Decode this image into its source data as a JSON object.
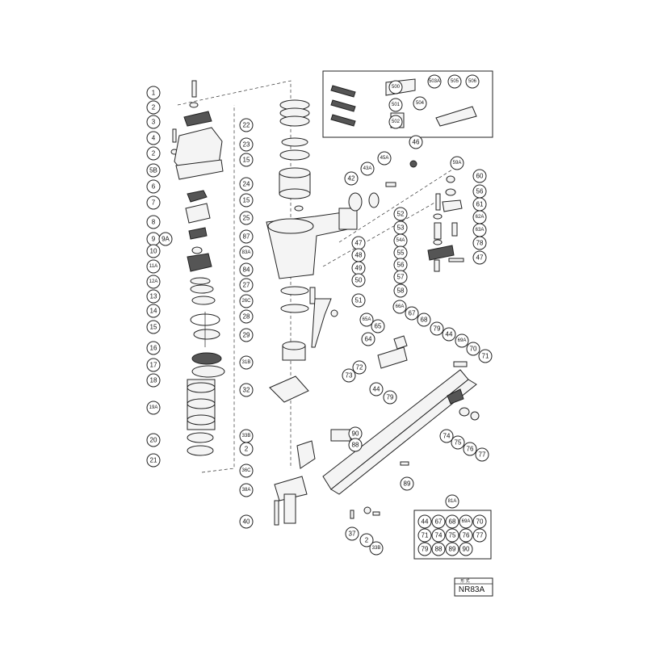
{
  "column_left": [
    "1",
    "2",
    "3",
    "4",
    "2",
    "5B",
    "6",
    "7",
    "8",
    "9",
    "9A",
    "10",
    "11A",
    "12A",
    "13",
    "14",
    "15",
    "16",
    "17",
    "18",
    "19A",
    "20",
    "21"
  ],
  "column_center": [
    "22",
    "23",
    "15",
    "24",
    "15",
    "25",
    "87",
    "83A",
    "84",
    "27",
    "26C",
    "28",
    "29",
    "31B",
    "32",
    "33B",
    "2",
    "36C",
    "38A",
    "40"
  ],
  "accessories": [
    "500",
    "501",
    "502",
    "503A",
    "504",
    "505",
    "506"
  ],
  "upper_right": [
    "46",
    "45A",
    "43A",
    "42",
    "59A",
    "60",
    "56",
    "61",
    "62A",
    "63A",
    "78",
    "47",
    "52",
    "53",
    "54A",
    "55",
    "56",
    "57",
    "58"
  ],
  "valve_area": [
    "47",
    "48",
    "49",
    "50",
    "51"
  ],
  "magazine_area": [
    "66A",
    "65A",
    "65",
    "64",
    "67",
    "68",
    "79",
    "44",
    "69A",
    "70",
    "71",
    "72",
    "73",
    "44",
    "79",
    "90",
    "88",
    "74",
    "75",
    "76",
    "77",
    "89",
    "37",
    "2",
    "33B"
  ],
  "kit": {
    "label": "81A",
    "parts": [
      "44",
      "67",
      "68",
      "69A",
      "70",
      "71",
      "74",
      "75",
      "76",
      "77",
      "79",
      "88",
      "89",
      "90"
    ]
  },
  "model": {
    "caption": "形 式",
    "name": "NR83A"
  }
}
